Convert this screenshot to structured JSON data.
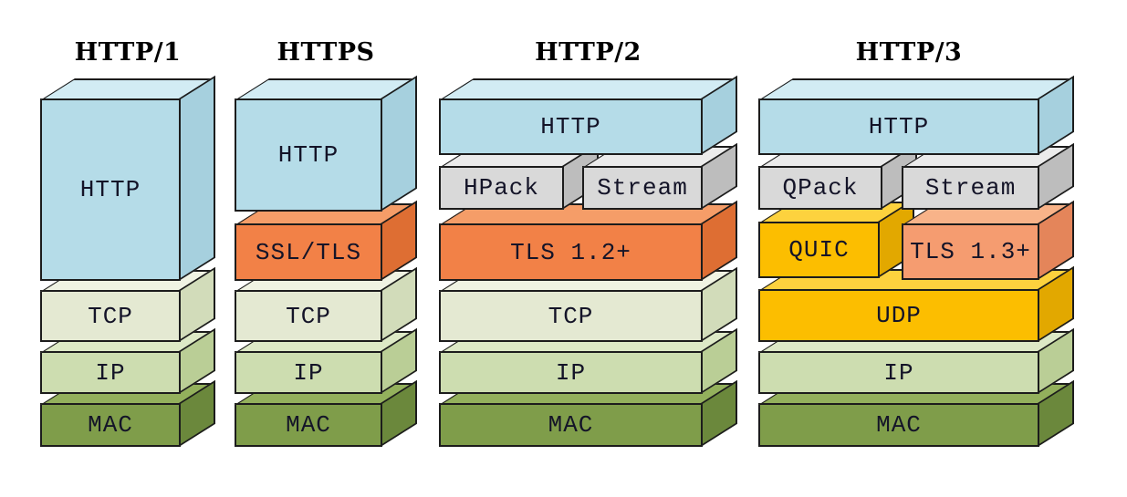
{
  "diagram": {
    "columns": [
      {
        "title": "HTTP/1",
        "layers": [
          {
            "label": "HTTP",
            "color": "http-blue"
          },
          {
            "label": "TCP",
            "color": "tcp-green"
          },
          {
            "label": "IP",
            "color": "ip-green"
          },
          {
            "label": "MAC",
            "color": "mac-green"
          }
        ]
      },
      {
        "title": "HTTPS",
        "layers": [
          {
            "label": "HTTP",
            "color": "http-blue"
          },
          {
            "label": "SSL/TLS",
            "color": "tls-orange"
          },
          {
            "label": "TCP",
            "color": "tcp-green"
          },
          {
            "label": "IP",
            "color": "ip-green"
          },
          {
            "label": "MAC",
            "color": "mac-green"
          }
        ]
      },
      {
        "title": "HTTP/2",
        "layers": [
          {
            "label": "HTTP",
            "color": "http-blue"
          },
          {
            "label": "HPack",
            "color": "frame-gray"
          },
          {
            "label": "Stream",
            "color": "frame-gray"
          },
          {
            "label": "TLS 1.2+",
            "color": "tls-orange"
          },
          {
            "label": "TCP",
            "color": "tcp-green"
          },
          {
            "label": "IP",
            "color": "ip-green"
          },
          {
            "label": "MAC",
            "color": "mac-green"
          }
        ]
      },
      {
        "title": "HTTP/3",
        "layers": [
          {
            "label": "HTTP",
            "color": "http-blue"
          },
          {
            "label": "QPack",
            "color": "frame-gray"
          },
          {
            "label": "Stream",
            "color": "frame-gray"
          },
          {
            "label": "QUIC",
            "color": "quic-yellow"
          },
          {
            "label": "TLS 1.3+",
            "color": "tls13-salmon"
          },
          {
            "label": "UDP",
            "color": "quic-yellow"
          },
          {
            "label": "IP",
            "color": "ip-green"
          },
          {
            "label": "MAC",
            "color": "mac-green"
          }
        ]
      }
    ]
  },
  "palette": {
    "http-blue": {
      "front": "#b5dce8",
      "top": "#d2ecf4",
      "side": "#a6d0de"
    },
    "tls-orange": {
      "front": "#f28147",
      "top": "#f59d68",
      "side": "#de6e33"
    },
    "tls13-salmon": {
      "front": "#f59c70",
      "top": "#f8b389",
      "side": "#e4855a"
    },
    "frame-gray": {
      "front": "#d9d9d9",
      "top": "#ebebeb",
      "side": "#bdbdbd"
    },
    "quic-yellow": {
      "front": "#fcbe00",
      "top": "#fdd23e",
      "side": "#e2a800"
    },
    "tcp-green": {
      "front": "#e4e9d2",
      "top": "#f0f3e3",
      "side": "#d2dcba"
    },
    "ip-green": {
      "front": "#cdddb0",
      "top": "#dde9c6",
      "side": "#bace96"
    },
    "mac-green": {
      "front": "#7f9d4a",
      "top": "#93b05c",
      "side": "#6b883c"
    },
    "edge_color": "#1c1c1c",
    "label_color": "#141428",
    "title_color": "#000000",
    "background": "#ffffff"
  }
}
